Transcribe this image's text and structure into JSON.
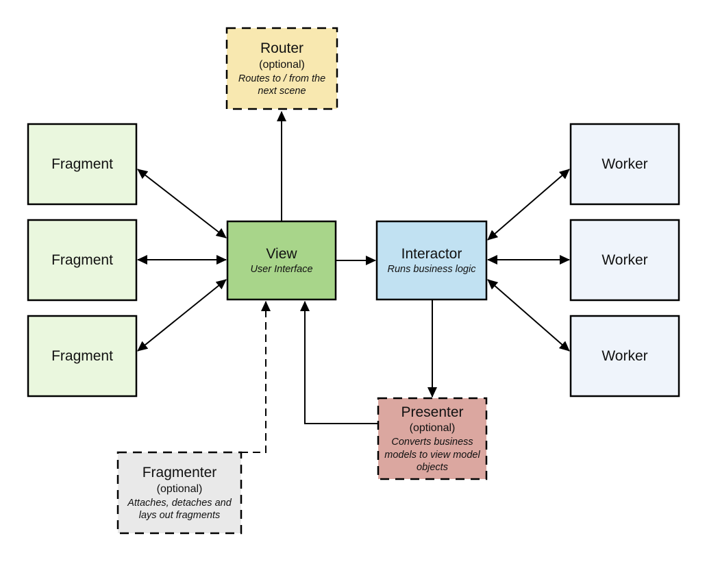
{
  "diagram": {
    "background": "#FFFFFF",
    "colors": {
      "stroke": "#000000",
      "router": "#F8E8B0",
      "view": "#A8D58A",
      "interactor": "#C1E1F2",
      "presenter": "#DBA7A0",
      "fragmenter": "#E9E9E9",
      "fragment": "#EAF7DE",
      "worker": "#EFF4FB"
    },
    "nodes": {
      "router": {
        "title": "Router",
        "subtitle": "(optional)",
        "description": "Routes to / from the next scene",
        "border": "dashed"
      },
      "view": {
        "title": "View",
        "description": "User Interface",
        "border": "solid"
      },
      "interactor": {
        "title": "Interactor",
        "description": "Runs business logic",
        "border": "solid"
      },
      "presenter": {
        "title": "Presenter",
        "subtitle": "(optional)",
        "description": "Converts business models to view model objects",
        "border": "dashed"
      },
      "fragmenter": {
        "title": "Fragmenter",
        "subtitle": "(optional)",
        "description": "Attaches, detaches and lays out fragments",
        "border": "dashed"
      },
      "fragments": [
        {
          "title": "Fragment"
        },
        {
          "title": "Fragment"
        },
        {
          "title": "Fragment"
        }
      ],
      "workers": [
        {
          "title": "Worker"
        },
        {
          "title": "Worker"
        },
        {
          "title": "Worker"
        }
      ]
    },
    "edges": [
      {
        "from": "view",
        "to": "router",
        "style": "solid",
        "arrows": "to"
      },
      {
        "from": "view",
        "to": "interactor",
        "style": "solid",
        "arrows": "to"
      },
      {
        "from": "interactor",
        "to": "presenter",
        "style": "solid",
        "arrows": "to"
      },
      {
        "from": "presenter",
        "to": "view",
        "style": "solid",
        "arrows": "to"
      },
      {
        "from": "fragmenter",
        "to": "view",
        "style": "dashed",
        "arrows": "to"
      },
      {
        "from": "view",
        "to": "fragment-1",
        "style": "solid",
        "arrows": "both"
      },
      {
        "from": "view",
        "to": "fragment-2",
        "style": "solid",
        "arrows": "both"
      },
      {
        "from": "view",
        "to": "fragment-3",
        "style": "solid",
        "arrows": "both"
      },
      {
        "from": "interactor",
        "to": "worker-1",
        "style": "solid",
        "arrows": "both"
      },
      {
        "from": "interactor",
        "to": "worker-2",
        "style": "solid",
        "arrows": "both"
      },
      {
        "from": "interactor",
        "to": "worker-3",
        "style": "solid",
        "arrows": "both"
      }
    ]
  }
}
